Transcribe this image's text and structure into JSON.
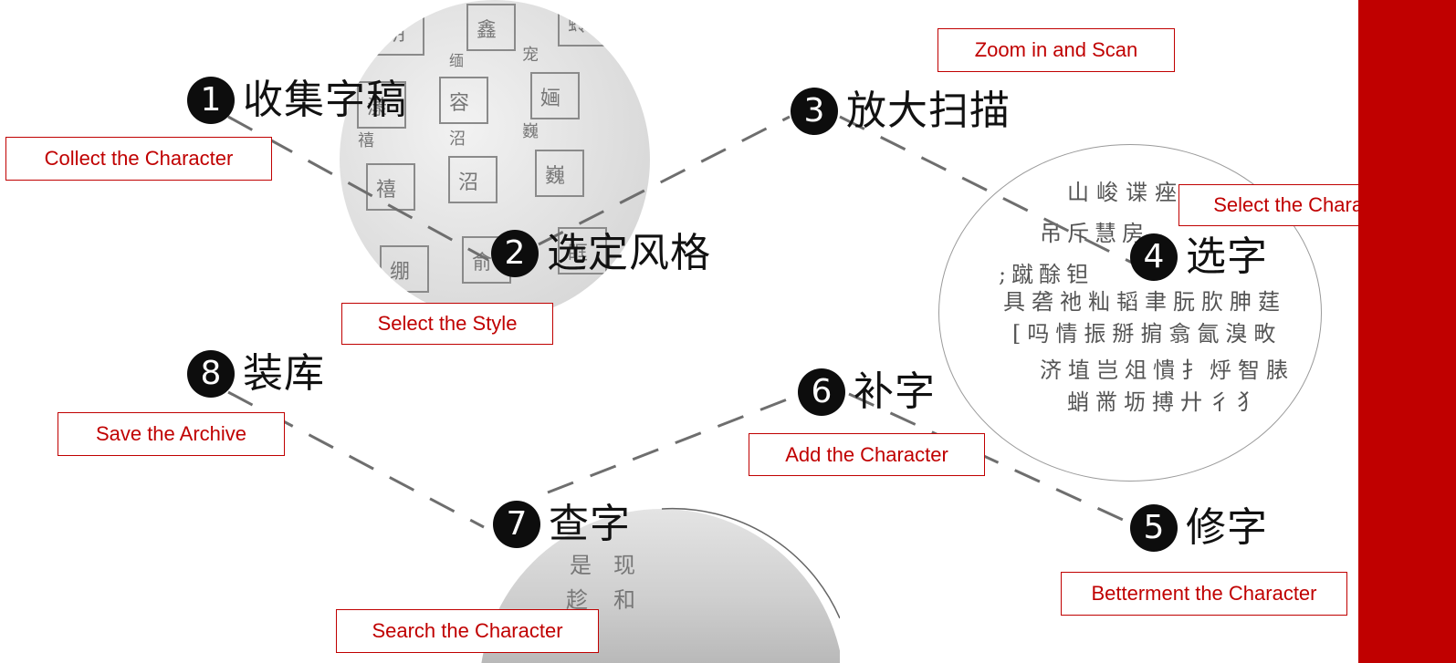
{
  "steps": [
    {
      "number": "1",
      "title": "收集字稿",
      "caption": "Collect the Character"
    },
    {
      "number": "2",
      "title": "选定风格",
      "caption": "Select the Style"
    },
    {
      "number": "3",
      "title": "放大扫描",
      "caption": "Zoom in and Scan"
    },
    {
      "number": "4",
      "title": "选字",
      "caption": "Select the Character"
    },
    {
      "number": "5",
      "title": "修字",
      "caption": "Betterment the Character"
    },
    {
      "number": "6",
      "title": "补字",
      "caption": "Add the Character"
    },
    {
      "number": "7",
      "title": "查字",
      "caption": "Search the Character"
    },
    {
      "number": "8",
      "title": "装库",
      "caption": "Save the Archive"
    }
  ],
  "colors": {
    "accent": "#c00000",
    "badge": "#0d0d0d",
    "connector": "#6e6e6e"
  }
}
